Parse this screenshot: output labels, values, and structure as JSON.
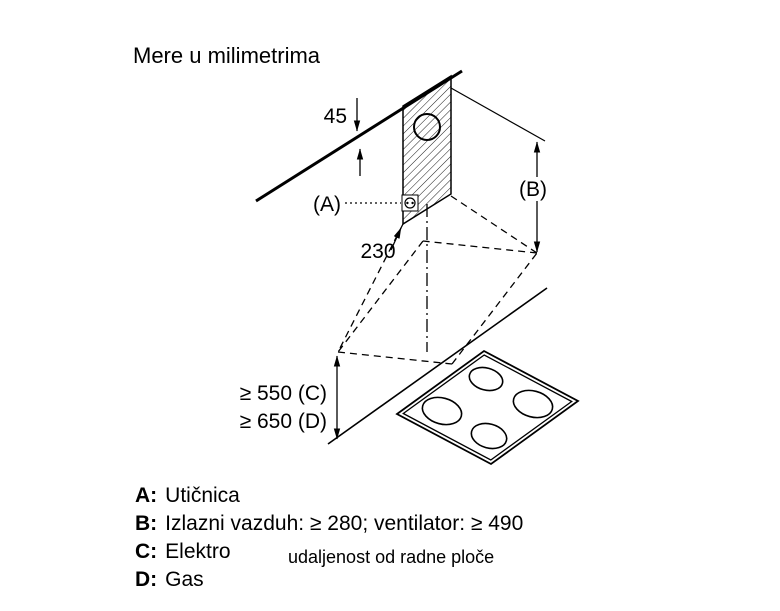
{
  "title": "Mere u milimetrima",
  "annotations": {
    "dim_45": "45",
    "dim_230": "230",
    "label_a": "(A)",
    "label_b": "(B)",
    "dim_c": "≥ 550 (C)",
    "dim_d": "≥ 650 (D)"
  },
  "legend": {
    "rows": [
      {
        "key": "A:",
        "text": "Utičnica"
      },
      {
        "key": "B:",
        "text": "Izlazni vazduh: ≥ 280; ventilator: ≥ 490"
      },
      {
        "key": "C:",
        "text": "Elektro"
      },
      {
        "key": "D:",
        "text": "Gas"
      }
    ],
    "note": "udaljenost od radne ploče"
  },
  "colors": {
    "line": "#000000",
    "background": "#ffffff"
  }
}
